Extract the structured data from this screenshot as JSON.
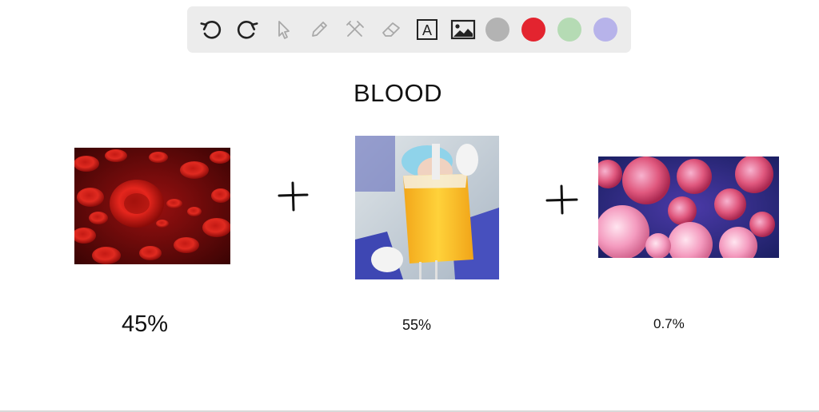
{
  "toolbar": {
    "tools": [
      {
        "name": "undo-icon",
        "enabled": true
      },
      {
        "name": "redo-icon",
        "enabled": true
      },
      {
        "name": "pointer-icon",
        "enabled": false
      },
      {
        "name": "pencil-icon",
        "enabled": false
      },
      {
        "name": "tools-icon",
        "enabled": false
      },
      {
        "name": "eraser-icon",
        "enabled": false
      },
      {
        "name": "text-icon",
        "enabled": true
      },
      {
        "name": "image-icon",
        "enabled": true
      }
    ],
    "text_tool_glyph": "A",
    "colors": [
      "#b3b3b3",
      "#e3242f",
      "#b5dbb4",
      "#b7b3ea"
    ]
  },
  "canvas": {
    "title": "BLOOD",
    "components": [
      {
        "picture": "red-blood-cells-image",
        "percent": "45%"
      },
      {
        "picture": "plasma-bag-image",
        "percent": "55%"
      },
      {
        "picture": "white-blood-cells-image",
        "percent": "0.7%"
      }
    ]
  }
}
